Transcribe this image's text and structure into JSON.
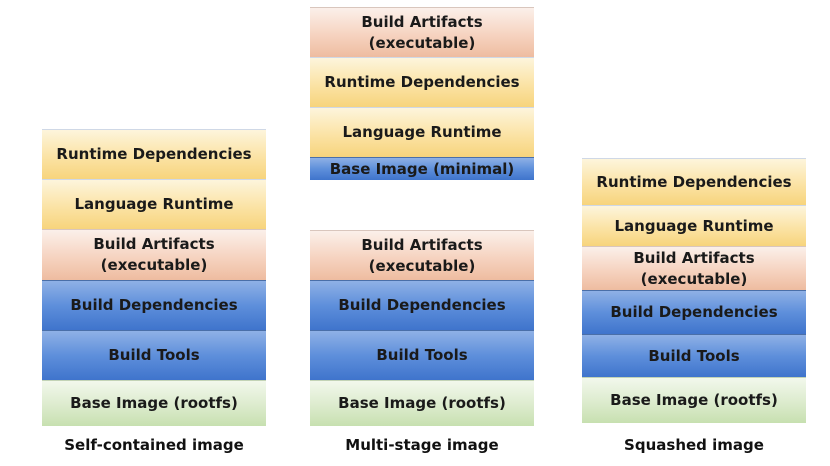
{
  "columns": [
    {
      "caption": "Self-contained image",
      "layers": [
        {
          "label": "Runtime Dependencies",
          "color": "yellow"
        },
        {
          "label": "Language Runtime",
          "color": "yellow"
        },
        {
          "label": "Build Artifacts\n(executable)",
          "color": "orange"
        },
        {
          "label": "Build Dependencies",
          "color": "blue"
        },
        {
          "label": "Build Tools",
          "color": "blue"
        },
        {
          "label": "Base Image (rootfs)",
          "color": "green"
        }
      ]
    },
    {
      "caption": "Multi-stage image",
      "final_stage_layers": [
        {
          "label": "Build Artifacts\n(executable)",
          "color": "orange"
        },
        {
          "label": "Runtime Dependencies",
          "color": "yellow"
        },
        {
          "label": "Language Runtime",
          "color": "yellow"
        },
        {
          "label": "Base Image (minimal)",
          "color": "blue"
        }
      ],
      "build_stage_layers": [
        {
          "label": "Build Artifacts\n(executable)",
          "color": "orange"
        },
        {
          "label": "Build Dependencies",
          "color": "blue"
        },
        {
          "label": "Build Tools",
          "color": "blue"
        },
        {
          "label": "Base Image (rootfs)",
          "color": "green"
        }
      ]
    },
    {
      "caption": "Squashed image",
      "layers": [
        {
          "label": "Runtime Dependencies",
          "color": "yellow"
        },
        {
          "label": "Language Runtime",
          "color": "yellow"
        },
        {
          "label": "Build Artifacts\n(executable)",
          "color": "orange"
        },
        {
          "label": "Build Dependencies",
          "color": "blue"
        },
        {
          "label": "Build Tools",
          "color": "blue"
        },
        {
          "label": "Base Image (rootfs)",
          "color": "green"
        }
      ]
    }
  ]
}
